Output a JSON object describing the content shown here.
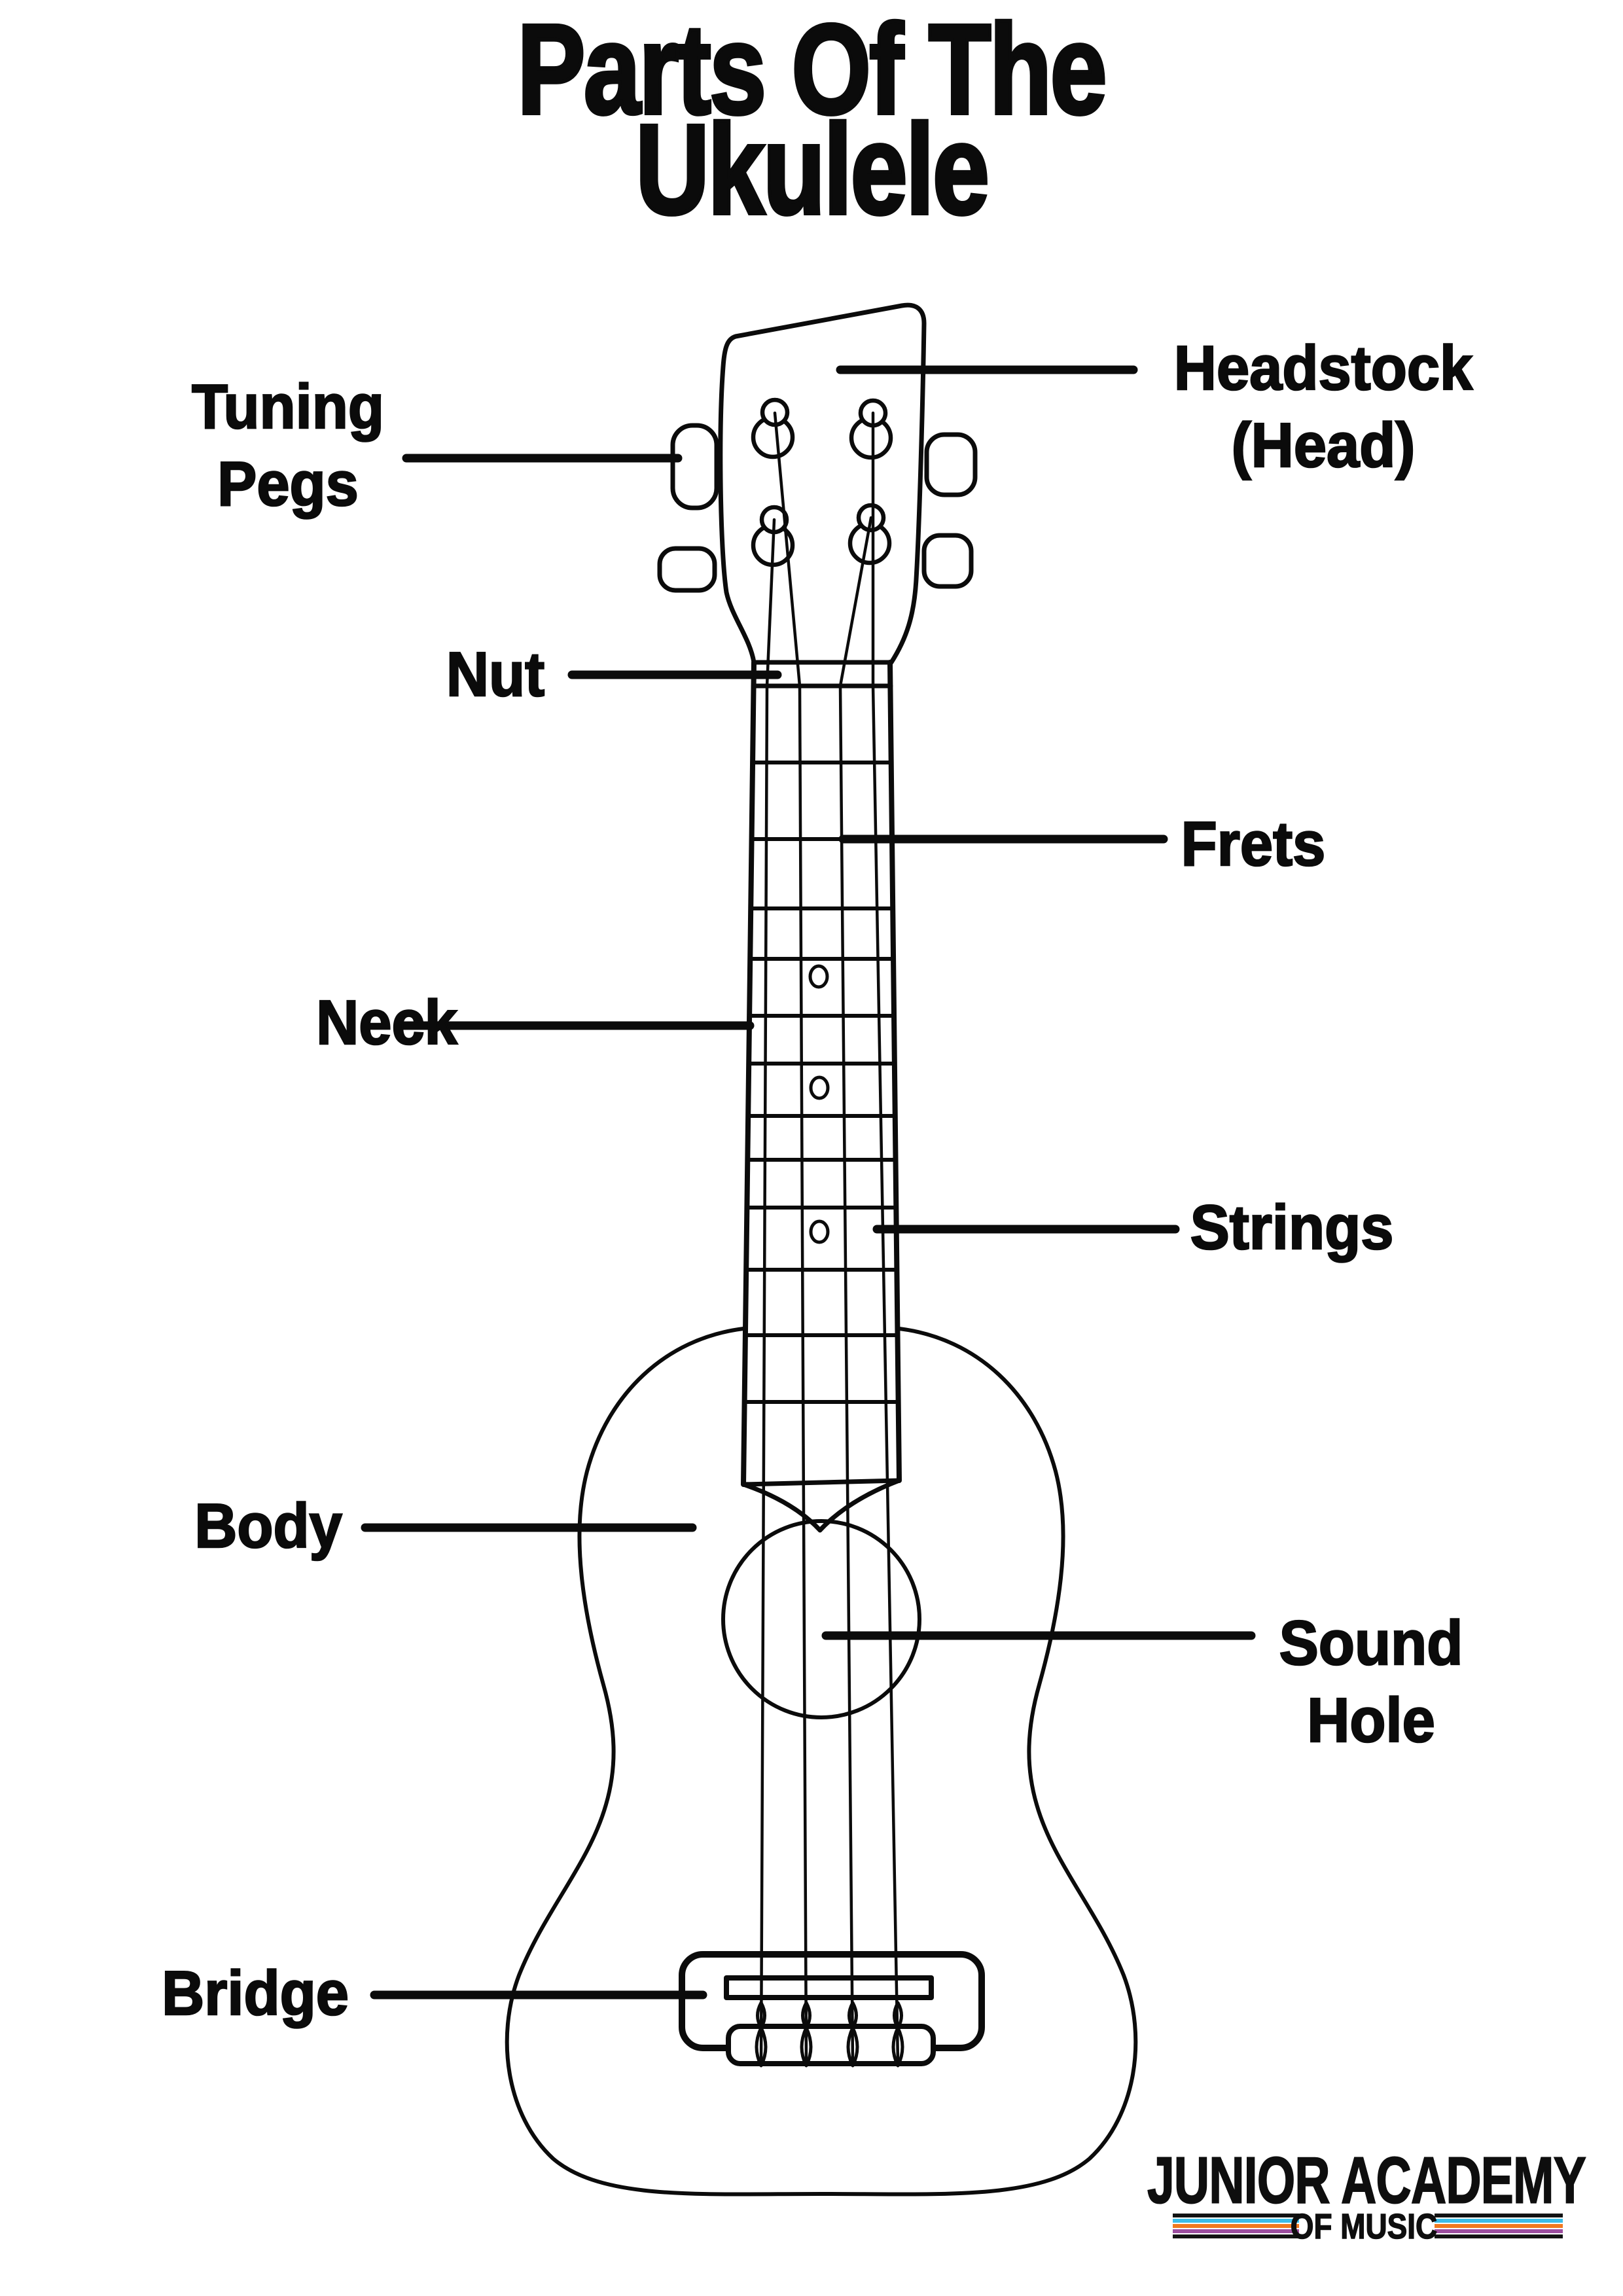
{
  "title": {
    "line1": "Parts Of The",
    "line2": "Ukulele"
  },
  "labels": {
    "tuning_pegs": {
      "line1": "Tuning",
      "line2": "Pegs"
    },
    "headstock": {
      "line1": "Headstock",
      "line2": "(Head)"
    },
    "nut": {
      "line1": "Nut"
    },
    "frets": {
      "line1": "Frets"
    },
    "neck": {
      "line1": "Neck"
    },
    "strings": {
      "line1": "Strings"
    },
    "body": {
      "line1": "Body"
    },
    "sound_hole": {
      "line1": "Sound",
      "line2": "Hole"
    },
    "bridge": {
      "line1": "Bridge"
    }
  },
  "logo": {
    "line1": "JUNIOR ACADEMY",
    "line2": "OF MUSIC",
    "stripe_colors": [
      "#121212",
      "#3CBDE9",
      "#F1791F",
      "#9C4E9F",
      "#121212"
    ]
  },
  "diagram": {
    "ink_color": "#0b0b0b",
    "background_color": "#ffffff",
    "string_count": "4",
    "fret_marker_count": "3"
  }
}
